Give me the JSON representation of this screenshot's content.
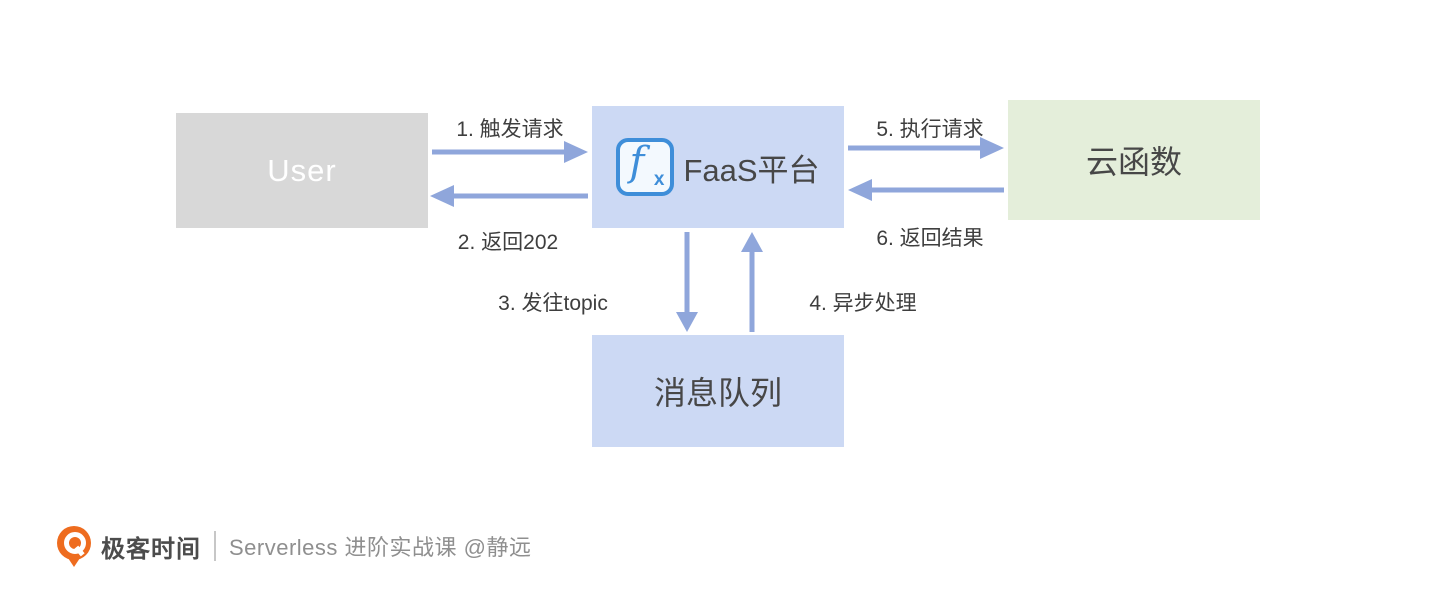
{
  "diagram": {
    "title_hint": "FaaS async invocation flow",
    "nodes": {
      "user": {
        "label": "User"
      },
      "faas": {
        "label": "FaaS平台"
      },
      "cloud_function": {
        "label": "云函数"
      },
      "message_queue": {
        "label": "消息队列"
      }
    },
    "fx_icon": {
      "f": "f",
      "x": "x"
    },
    "edges": [
      {
        "from": "user",
        "to": "faas",
        "label": "1. 触发请求",
        "direction": "right"
      },
      {
        "from": "faas",
        "to": "user",
        "label": "2. 返回202",
        "direction": "left"
      },
      {
        "from": "faas",
        "to": "message_queue",
        "label": "3. 发往topic",
        "direction": "down"
      },
      {
        "from": "message_queue",
        "to": "faas",
        "label": "4. 异步处理",
        "direction": "up"
      },
      {
        "from": "faas",
        "to": "cloud_function",
        "label": "5. 执行请求",
        "direction": "right"
      },
      {
        "from": "cloud_function",
        "to": "faas",
        "label": "6. 返回结果",
        "direction": "left"
      }
    ],
    "colors": {
      "user_box": "#d8d8d8",
      "blue_box": "#ccd9f4",
      "green_box": "#e4eeda",
      "arrow": "#8fa6db",
      "fx_icon_blue": "#3e8ed9",
      "label_text": "#3e3e3e"
    }
  },
  "footer": {
    "brand": "极客时间",
    "course": "Serverless 进阶实战课 @静远",
    "logo_color": "#ee6c1f"
  }
}
